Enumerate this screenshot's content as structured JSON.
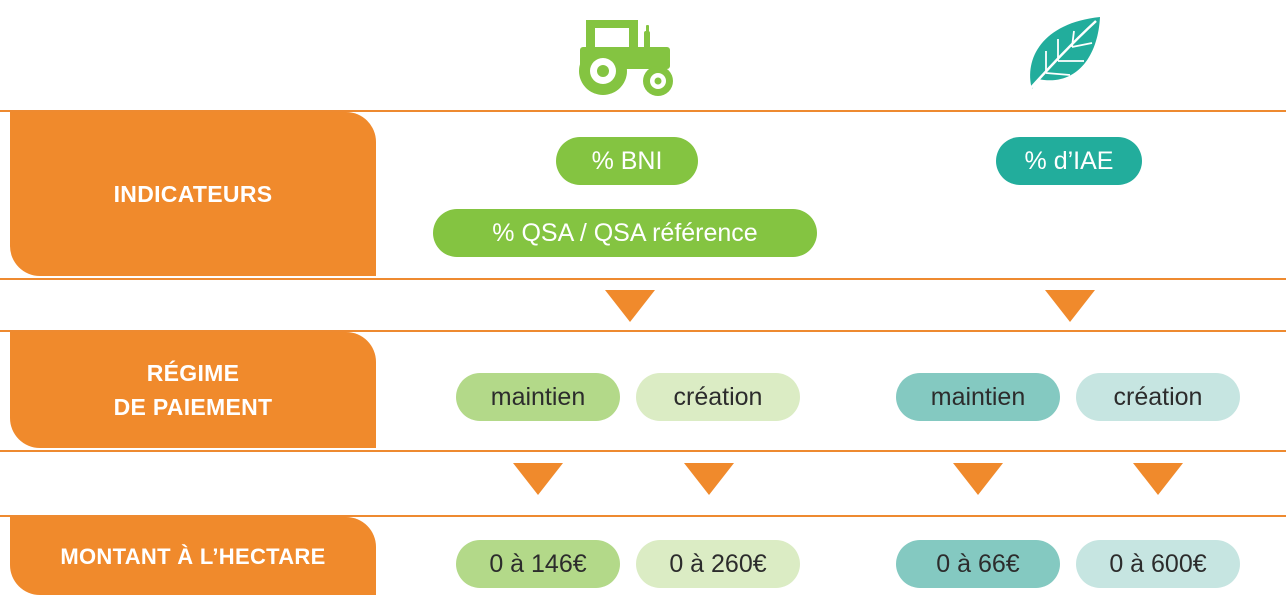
{
  "icons": {
    "agri": "tractor-icon",
    "eco": "leaf-icon"
  },
  "colors": {
    "orange": "#f08a2c",
    "green": "#84c441",
    "teal": "#22ad9c"
  },
  "rows": {
    "indicateurs": {
      "label": "INDICATEURS"
    },
    "regime": {
      "label_line1": "RÉGIME",
      "label_line2": "DE PAIEMENT"
    },
    "montant": {
      "label": "MONTANT À L’HECTARE"
    }
  },
  "indicators": {
    "agri": [
      "% BNI",
      "% QSA / QSA référence"
    ],
    "eco": [
      "% d’IAE"
    ]
  },
  "regimes": {
    "agri": {
      "maintien": "maintien",
      "creation": "création"
    },
    "eco": {
      "maintien": "maintien",
      "creation": "création"
    }
  },
  "amounts": {
    "agri": {
      "maintien": "0 à 146€",
      "creation": "0 à 260€"
    },
    "eco": {
      "maintien": "0 à 66€",
      "creation": "0 à 600€"
    }
  }
}
